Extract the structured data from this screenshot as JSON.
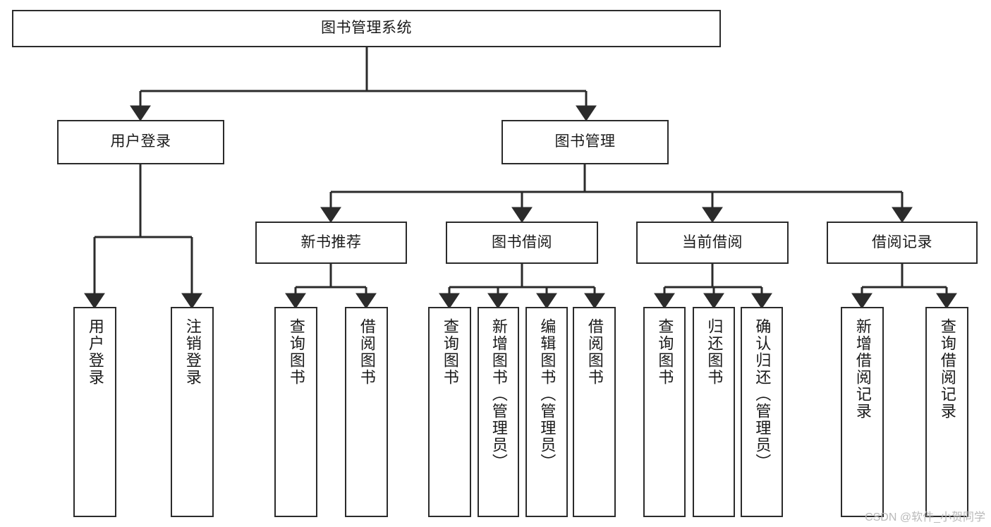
{
  "diagram": {
    "title": "图书管理系统",
    "type": "tree-hierarchy",
    "watermark": "CSDN @软件_小贺同学",
    "colors": {
      "stroke": "#2b2b2b",
      "fill": "#ffffff",
      "text": "#1a1a1a",
      "watermark": "#b9b9b9"
    },
    "levels": {
      "root": {
        "label": "图书管理系统"
      },
      "level2": [
        {
          "id": "user-login",
          "label": "用户登录"
        },
        {
          "id": "book-management",
          "label": "图书管理"
        }
      ],
      "level3": [
        {
          "id": "new-book-recommend",
          "label": "新书推荐"
        },
        {
          "id": "book-borrow",
          "label": "图书借阅"
        },
        {
          "id": "current-borrow",
          "label": "当前借阅"
        },
        {
          "id": "borrow-record",
          "label": "借阅记录"
        }
      ],
      "leaves": [
        {
          "id": "leaf-user-login",
          "label": "用户登录",
          "parent": "user-login"
        },
        {
          "id": "leaf-user-logout",
          "label": "注销登录",
          "parent": "user-login"
        },
        {
          "id": "leaf-query-book-1",
          "label": "查询图书",
          "parent": "new-book-recommend"
        },
        {
          "id": "leaf-borrow-book-1",
          "label": "借阅图书",
          "parent": "new-book-recommend"
        },
        {
          "id": "leaf-query-book-2",
          "label": "查询图书",
          "parent": "book-borrow"
        },
        {
          "id": "leaf-add-book",
          "label": "新增图书（管理员）",
          "parent": "book-borrow"
        },
        {
          "id": "leaf-edit-book",
          "label": "编辑图书（管理员）",
          "parent": "book-borrow"
        },
        {
          "id": "leaf-borrow-book-2",
          "label": "借阅图书",
          "parent": "book-borrow"
        },
        {
          "id": "leaf-query-book-3",
          "label": "查询图书",
          "parent": "current-borrow"
        },
        {
          "id": "leaf-return-book",
          "label": "归还图书",
          "parent": "current-borrow"
        },
        {
          "id": "leaf-confirm-return",
          "label": "确认归还（管理员）",
          "parent": "current-borrow"
        },
        {
          "id": "leaf-add-record",
          "label": "新增借阅记录",
          "parent": "borrow-record"
        },
        {
          "id": "leaf-query-record",
          "label": "查询借阅记录",
          "parent": "borrow-record"
        }
      ]
    }
  }
}
